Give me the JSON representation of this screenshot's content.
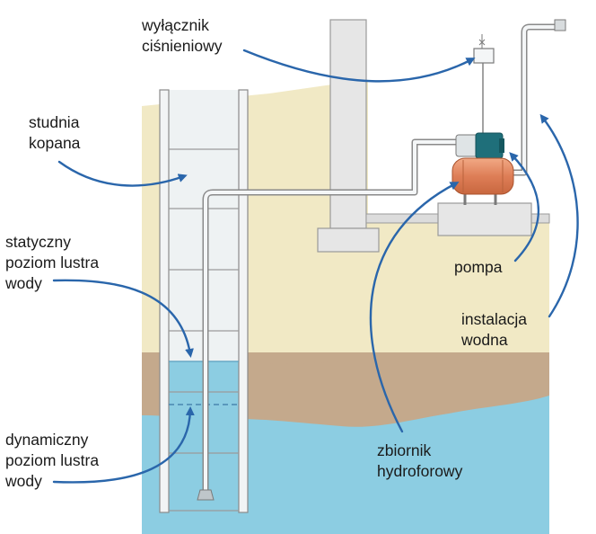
{
  "labels": {
    "pressure_switch": [
      "wyłącznik",
      "ciśnieniowy"
    ],
    "dug_well": [
      "studnia",
      "kopana"
    ],
    "static_level": [
      "statyczny",
      "poziom lustra",
      "wody"
    ],
    "dynamic_level": [
      "dynamiczny",
      "poziom lustra",
      "wody"
    ],
    "pump": [
      "pompa"
    ],
    "water_installation": [
      "instalacja",
      "wodna"
    ],
    "pressure_tank": [
      "zbiornik",
      "hydroforowy"
    ]
  },
  "colors": {
    "soil": "#f1e9c5",
    "clay": "#c4a98c",
    "water": "#8ccde2",
    "well_interior": "#eef2f3",
    "concrete": "#e6e6e6",
    "outline": "#8a8a8a",
    "arrow": "#2a66ab",
    "tank": "#e18a63",
    "pump_motor": "#1f6f7a"
  }
}
